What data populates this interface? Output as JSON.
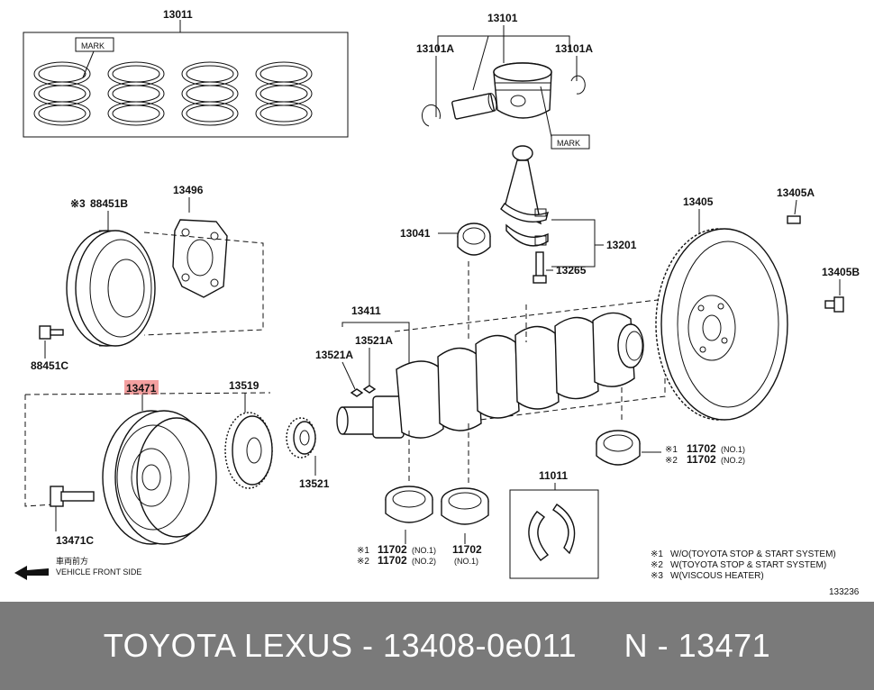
{
  "diagram": {
    "labels": {
      "rings": "13011",
      "mark_rings": "MARK",
      "piston": "13101",
      "snap_left": "13101A",
      "snap_right": "13101A",
      "mark_piston": "MARK",
      "pulley_note": "※3",
      "pulley_part": "88451B",
      "bolt_pulley": "88451C",
      "plate": "13496",
      "conrod_bearing": "13041",
      "conrod": "13201",
      "conrod_bolt": "13265",
      "flywheel": "13405",
      "pin": "13405A",
      "fly_bolt": "13405B",
      "crank": "13411",
      "key_a": "13521A",
      "key_b": "13521A",
      "damper": "13471",
      "gear": "13519",
      "sprocket": "13521",
      "damper_bolt": "13471C",
      "thrust": "11011"
    },
    "bearings": [
      {
        "mark": "※1",
        "part": "11702",
        "qual": "(NO.1)"
      },
      {
        "mark": "※2",
        "part": "11702",
        "qual": "(NO.2)"
      },
      {
        "mark": "※1",
        "part": "11702",
        "qual": "(NO.1)"
      },
      {
        "mark": "※2",
        "part": "11702",
        "qual": "(NO.2)"
      },
      {
        "part": "11702",
        "qual": "(NO.1)"
      }
    ],
    "front_side": {
      "jp": "車両前方",
      "en": "VEHICLE FRONT SIDE"
    },
    "notes": [
      {
        "mark": "※1",
        "text": "W/O(TOYOTA STOP & START SYSTEM)"
      },
      {
        "mark": "※2",
        "text": "W(TOYOTA STOP & START SYSTEM)"
      },
      {
        "mark": "※3",
        "text": "W(VISCOUS HEATER)"
      }
    ],
    "illustration_no": "133236",
    "highlight_color": "#f4a0a0"
  },
  "footer": {
    "text": "TOYOTA LEXUS - 13408-0e011     N - 13471"
  }
}
